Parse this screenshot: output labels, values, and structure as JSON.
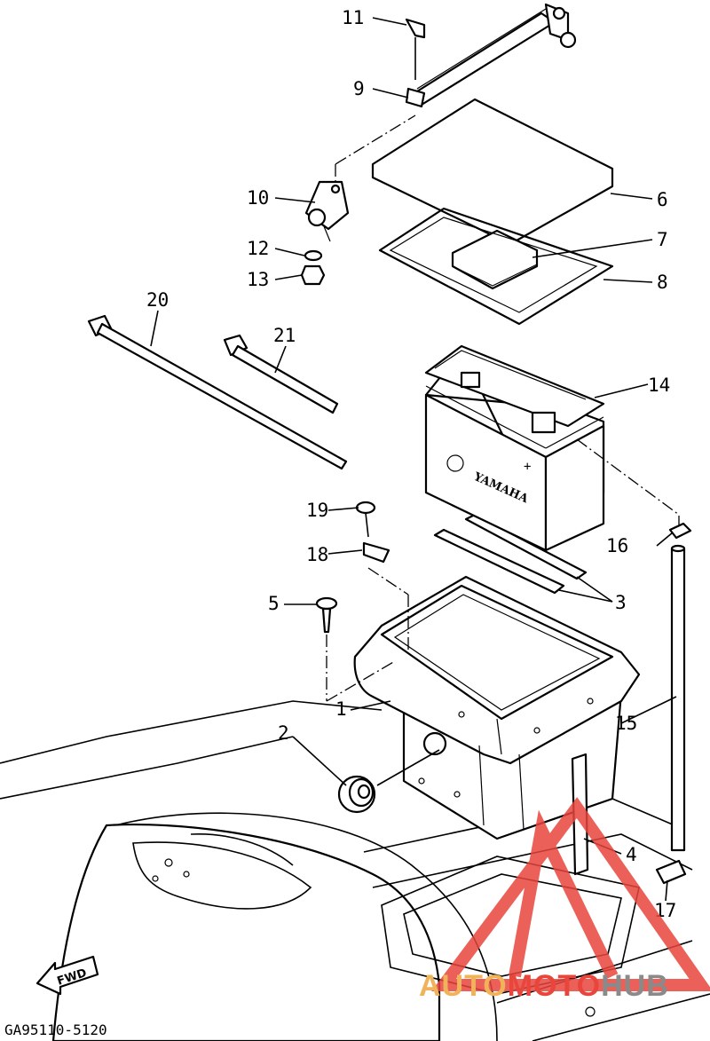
{
  "callouts": {
    "c1": "1",
    "c2": "2",
    "c3": "3",
    "c4": "4",
    "c5": "5",
    "c6": "6",
    "c7": "7",
    "c8": "8",
    "c9": "9",
    "c10": "10",
    "c11": "11",
    "c12": "12",
    "c13": "13",
    "c14": "14",
    "c15": "15",
    "c16": "16",
    "c17": "17",
    "c18": "18",
    "c19": "19",
    "c20": "20",
    "c21": "21"
  },
  "battery_brand": "YAMAHA",
  "battery_terminal_mark": "+",
  "direction_arrow": "FWD",
  "figure_code": "GA95110-5120",
  "watermark": {
    "text_auto": "AUTO",
    "text_moto": "MOTO",
    "text_hub": "HUB",
    "color_primary": "#e8453c",
    "color_secondary": "#f0b35a",
    "color_hub": "#8a8a8a"
  }
}
